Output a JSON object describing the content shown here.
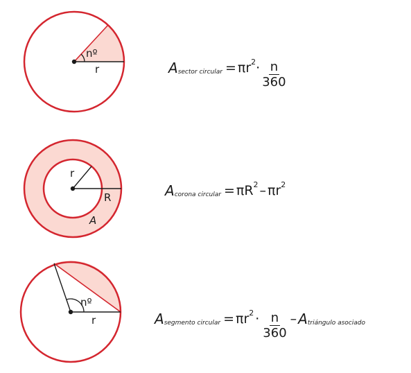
{
  "colors": {
    "circle_stroke": "#d4262f",
    "fill": "#fbd9d2",
    "line": "#1a1a1a"
  },
  "sector": {
    "angle_label": "nº",
    "radius_label": "r",
    "formula": {
      "A": "A",
      "sub": "sector circular",
      "eq": "=",
      "pi": "π",
      "r": "r",
      "exp": "2",
      "dot": "·",
      "num": "n",
      "den": "360"
    }
  },
  "corona": {
    "inner_radius_label": "r",
    "outer_radius_label": "R",
    "area_label": "A",
    "formula": {
      "A": "A",
      "sub": "corona circular",
      "eq": "=",
      "pi1": "π",
      "R": "R",
      "exp1": "2",
      "minus": "–",
      "pi2": "π",
      "r": "r",
      "exp2": "2"
    }
  },
  "segment": {
    "angle_label": "nº",
    "radius_label": "r",
    "formula": {
      "A": "A",
      "sub": "segmento circular",
      "eq": "=",
      "pi": "π",
      "r": "r",
      "exp": "2",
      "dot": "·",
      "num": "n",
      "den": "360",
      "minus": "–",
      "A2": "A",
      "sub2": "triángulo asociado"
    }
  }
}
